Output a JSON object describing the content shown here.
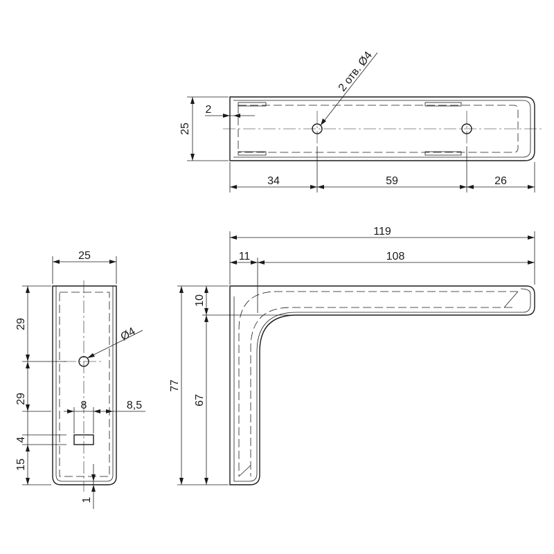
{
  "top_view": {
    "dims": {
      "wall": "2",
      "height": "25",
      "left": "34",
      "middle": "59",
      "right": "26"
    },
    "holes_note": "2 отв. Ø4"
  },
  "end_view": {
    "dims": {
      "width": "25",
      "upper": "29",
      "lower": "29",
      "bottom": "15",
      "slot_h": "4",
      "slot_w": "8",
      "slot_offset": "8,5",
      "gap": "1"
    },
    "hole_note": "Ø4"
  },
  "side_view": {
    "dims": {
      "length": "119",
      "thickness": "11",
      "arm": "108",
      "top": "10",
      "total_h": "77",
      "inner_h": "67"
    }
  }
}
